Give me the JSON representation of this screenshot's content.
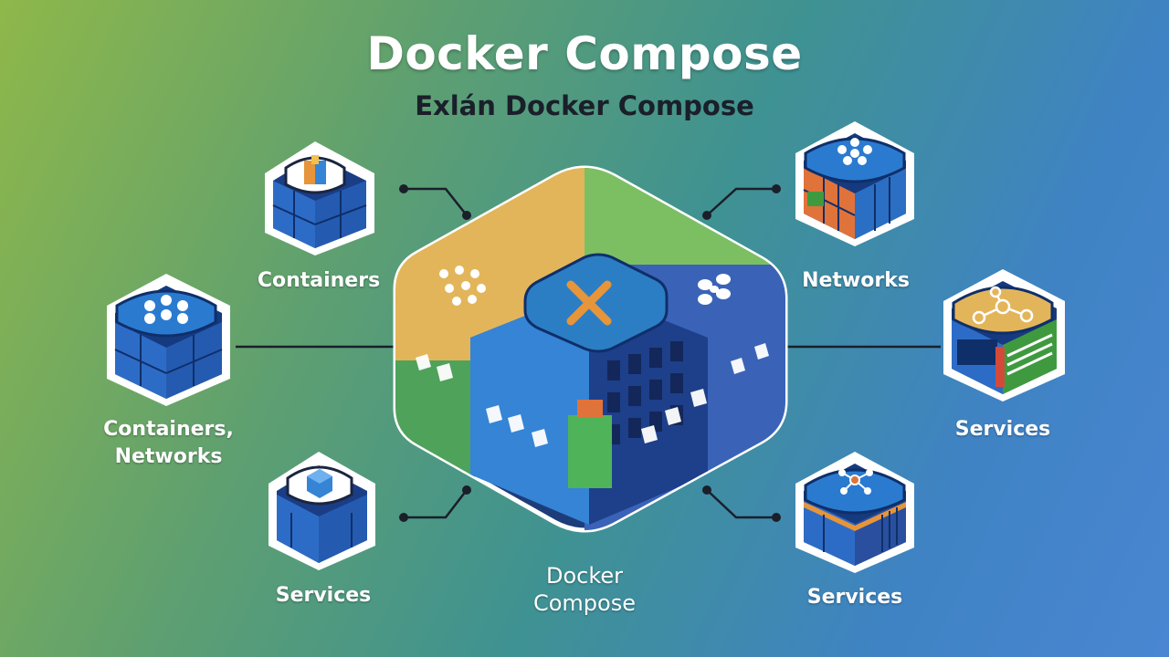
{
  "title": "Docker Compose",
  "subtitle": "Exlán Docker Compose",
  "labels": {
    "containers_top": "Containers",
    "containers_networks_line1": "Containers,",
    "containers_networks_line2": "Networks",
    "services_bottom_left": "Services",
    "networks_top_right": "Networks",
    "services_right": "Services",
    "services_bottom_right": "Services",
    "center_line1": "Docker",
    "center_line2": "Compose"
  },
  "icons": {
    "containers_top": "cube-icon",
    "containers_networks": "dots-cluster-icon",
    "services_bottom_left": "cube-icon",
    "networks_top_right": "dots-cluster-icon",
    "services_right": "node-graph-icon",
    "services_bottom_right": "node-graph-icon",
    "center": "cross-tools-icon"
  },
  "colors": {
    "block_blue": "#2e6fc0",
    "block_dark": "#0f2f6a",
    "hex_yellow": "#e3b55a",
    "hex_green": "#7cbf63",
    "hex_blue": "#3a63b8",
    "accent_orange": "#e6953a"
  }
}
